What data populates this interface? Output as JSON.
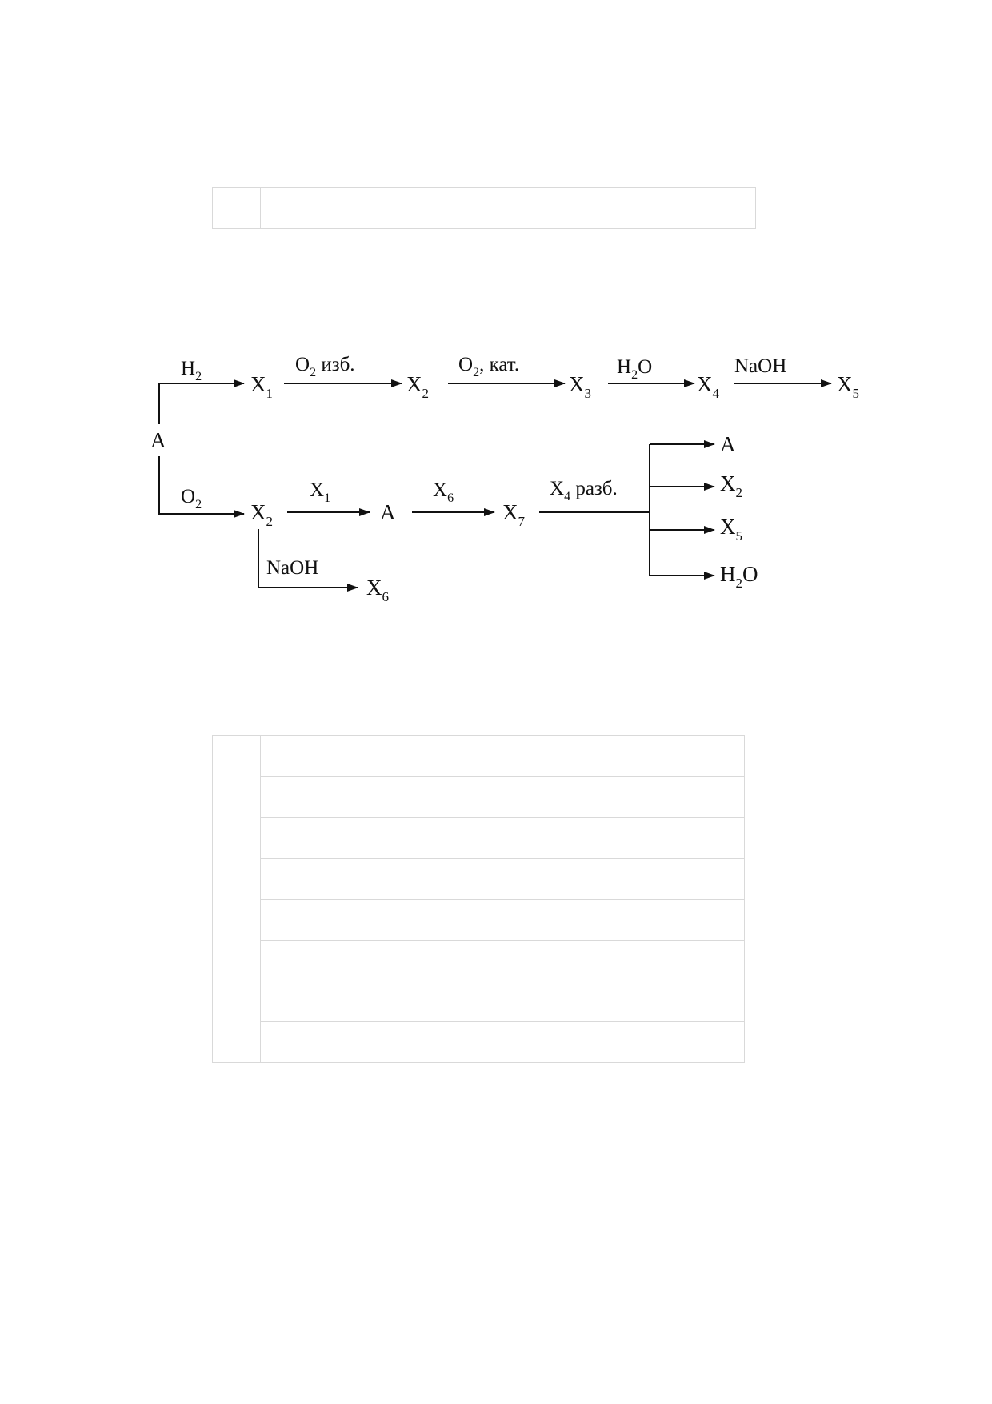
{
  "labels": {
    "H2_main": "H",
    "H2_main_sub": "2",
    "O2_izb": "O",
    "O2_izb_sub": "2",
    "O2_izb_rest": " изб.",
    "O2_kat": "O",
    "O2_kat_sub": "2",
    "O2_kat_rest": ", кат.",
    "H2O_main_H": "H",
    "H2O_main_sub": "2",
    "H2O_main_O": "O",
    "NaOH_main": "NaOH",
    "O2_low": "O",
    "O2_low_sub": "2",
    "X1_low": "X",
    "X1_low_sub": "1",
    "X6_low": "X",
    "X6_low_sub": "6",
    "X4_razb": "X",
    "X4_razb_sub": "4",
    "X4_razb_rest": " разб.",
    "NaOH_low": "NaOH"
  },
  "nodes": {
    "A_left": "A",
    "X1": "X",
    "X1_sub": "1",
    "X2_top": "X",
    "X2_top_sub": "2",
    "X3": "X",
    "X3_sub": "3",
    "X4": "X",
    "X4_sub": "4",
    "X5_top": "X",
    "X5_top_sub": "5",
    "X2_low": "X",
    "X2_low_sub": "2",
    "A_mid": "A",
    "X7": "X",
    "X7_sub": "7",
    "X6_out": "X",
    "X6_out_sub": "6",
    "A_out": "A",
    "X2_out": "X",
    "X2_out_sub": "2",
    "X5_out": "X",
    "X5_out_sub": "5",
    "H2O_out_H": "H",
    "H2O_out_sub": "2",
    "H2O_out_O": "O"
  }
}
